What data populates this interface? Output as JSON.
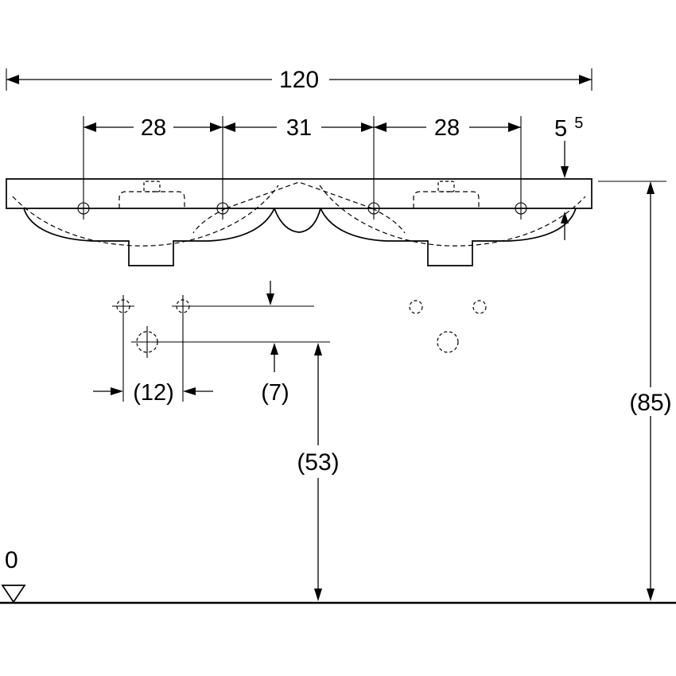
{
  "colors": {
    "ink": "#000000",
    "background": "#ffffff"
  },
  "drawing_type": "washbasin-front-dimension-drawing",
  "dimensions": {
    "total_width": "120",
    "tap_spacing_left": "28",
    "tap_spacing_center": "31",
    "tap_spacing_right": "28",
    "thickness_main": "5",
    "thickness_sup": "5",
    "hole_spacing": "(12)",
    "hole_offset": "(7)",
    "trap_height": "(53)",
    "overall_height": "(85)",
    "datum_level": "0"
  }
}
